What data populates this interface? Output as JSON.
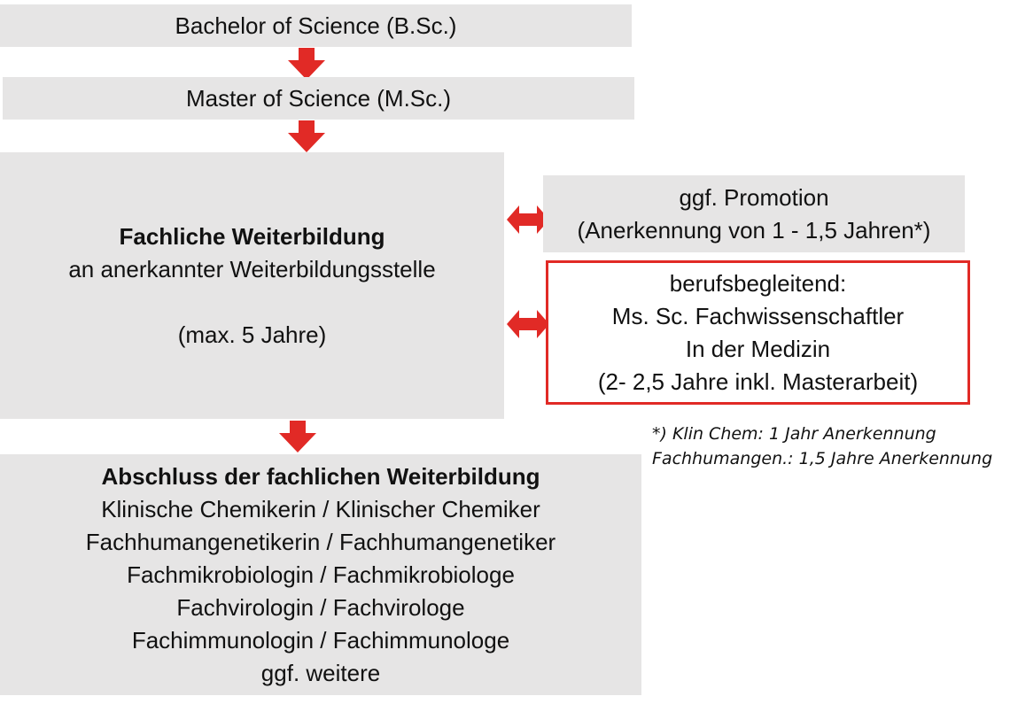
{
  "boxes": {
    "bsc": {
      "text": "Bachelor of Science (B.Sc.)"
    },
    "msc": {
      "text": "Master of Science (M.Sc.)"
    },
    "weiterbildung": {
      "title": "Fachliche Weiterbildung",
      "line1": "an anerkannter Weiterbildungsstelle",
      "line2": "(max. 5 Jahre)"
    },
    "promotion": {
      "line1": "ggf. Promotion",
      "line2": "(Anerkennung von 1 - 1,5 Jahren*)"
    },
    "berufsbegleitend": {
      "line1": "berufsbegleitend:",
      "line2": "Ms. Sc. Fachwissenschaftler",
      "line3": "In der Medizin",
      "line4": "(2- 2,5 Jahre inkl. Masterarbeit)"
    },
    "abschluss": {
      "title": "Abschluss der fachlichen Weiterbildung",
      "items": [
        "Klinische Chemikerin / Klinischer Chemiker",
        "Fachhumangenetikerin / Fachhumangenetiker",
        "Fachmikrobiologin / Fachmikrobiologe",
        "Fachvirologin / Fachvirologe",
        "Fachimmunologin / Fachimmunologe",
        "ggf. weitere"
      ]
    }
  },
  "footnote": {
    "line1": "*) Klin Chem: 1 Jahr Anerkennung",
    "line2": "Fachhumangen.: 1,5 Jahre Anerkennung"
  },
  "colors": {
    "box_fill": "#e6e5e5",
    "arrow": "#e12a26",
    "highlight_border": "#e12a26"
  }
}
